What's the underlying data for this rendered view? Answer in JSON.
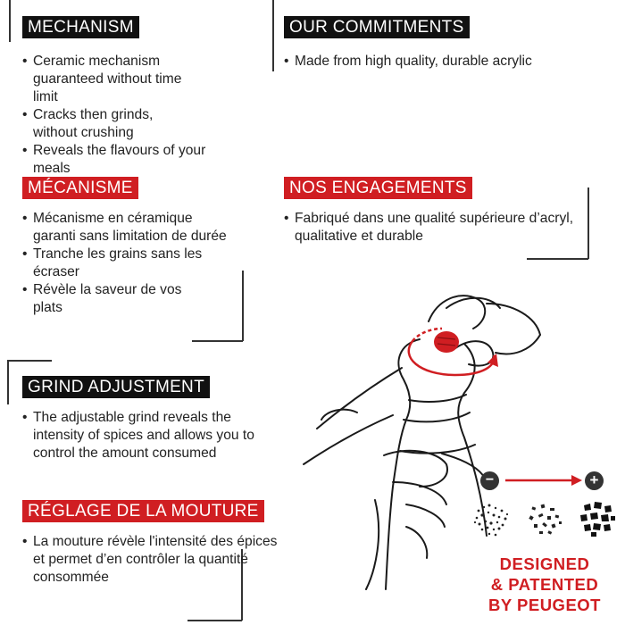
{
  "mechanism": {
    "title": "MECHANISM",
    "items": [
      "Ceramic mechanism guaranteed without time limit",
      "Cracks then grinds, without crushing",
      "Reveals the flavours of your meals"
    ]
  },
  "commitments": {
    "title": "OUR COMMITMENTS",
    "items": [
      "Made from high quality, durable acrylic"
    ]
  },
  "mecanisme": {
    "title": "MÉCANISME",
    "items": [
      "Mécanisme en céramique garanti sans limitation de durée",
      "Tranche les grains sans les écraser",
      "Révèle la saveur de vos plats"
    ]
  },
  "engagements": {
    "title": "NOS ENGAGEMENTS",
    "items": [
      "Fabriqué dans une qualité supérieure d’acryl, qualitative et durable"
    ]
  },
  "grind": {
    "title": "GRIND ADJUSTMENT",
    "items": [
      "The adjustable grind reveals the intensity of spices and allows you to control the amount consumed"
    ]
  },
  "reglage": {
    "title": "RÉGLAGE DE LA MOUTURE",
    "items": [
      "La mouture révèle l'intensité des épices et permet d’en contrôler la quantité consommée"
    ]
  },
  "grind_scale": {
    "minus": "−",
    "plus": "+"
  },
  "signature": {
    "line1": "DESIGNED",
    "line2": "& PATENTED",
    "line3": "BY PEUGEOT"
  },
  "colors": {
    "accent": "#d01e22",
    "label_black": "#111111",
    "text": "#222222"
  }
}
